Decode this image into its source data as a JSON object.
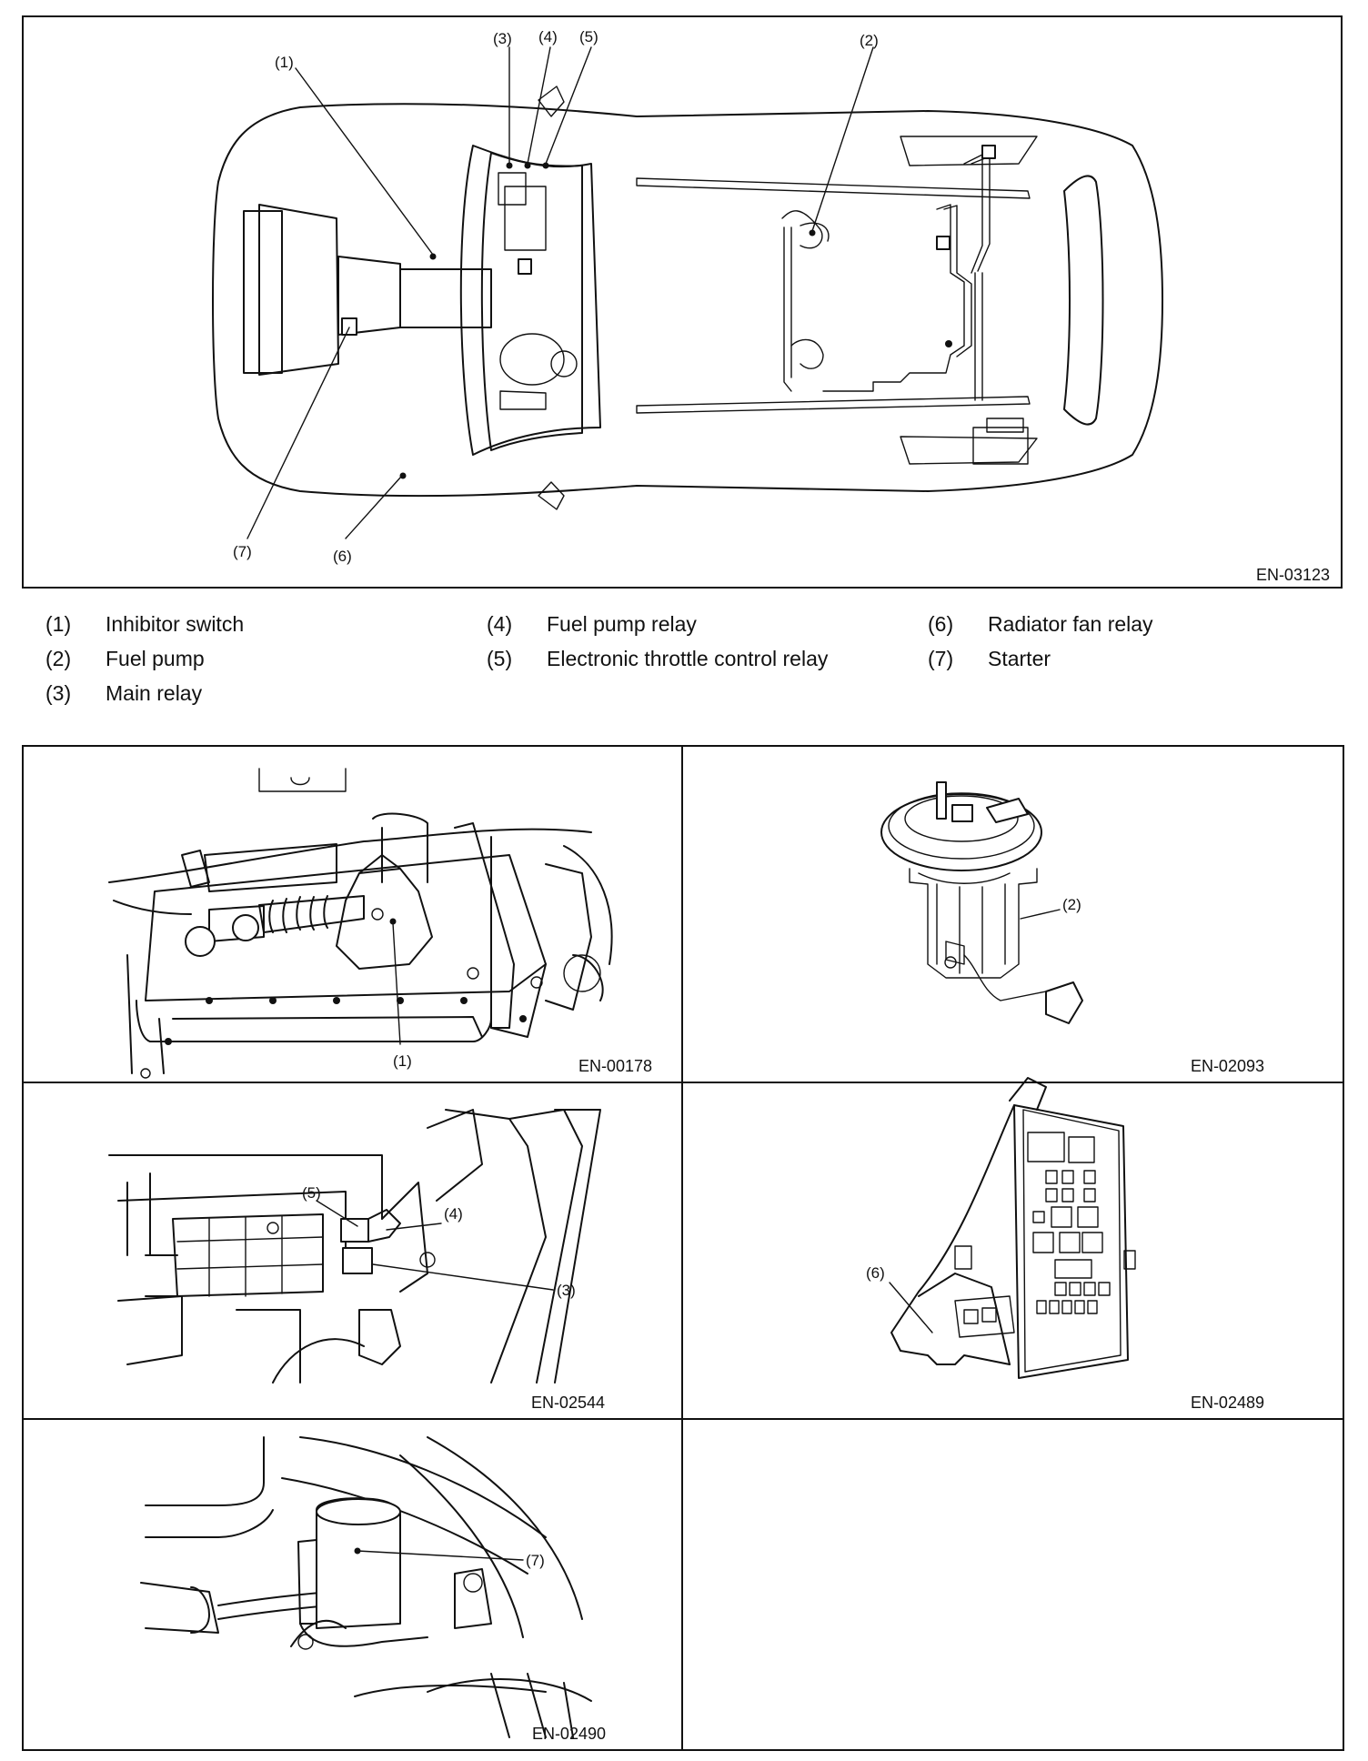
{
  "main_figure": {
    "code": "EN-03123",
    "callouts": [
      "(1)",
      "(2)",
      "(3)",
      "(4)",
      "(5)",
      "(6)",
      "(7)"
    ]
  },
  "legend": [
    {
      "num": "(1)",
      "text": "Inhibitor switch"
    },
    {
      "num": "(2)",
      "text": "Fuel pump"
    },
    {
      "num": "(3)",
      "text": "Main relay"
    },
    {
      "num": "(4)",
      "text": "Fuel pump relay"
    },
    {
      "num": "(5)",
      "text": "Electronic throttle control relay"
    },
    {
      "num": "(6)",
      "text": "Radiator fan relay"
    },
    {
      "num": "(7)",
      "text": "Starter"
    }
  ],
  "detail_panels": [
    {
      "code": "EN-00178",
      "callouts": [
        "(1)"
      ]
    },
    {
      "code": "EN-02093",
      "callouts": [
        "(2)"
      ]
    },
    {
      "code": "EN-02544",
      "callouts": [
        "(5)",
        "(4)",
        "(3)"
      ]
    },
    {
      "code": "EN-02489",
      "callouts": [
        "(6)"
      ]
    },
    {
      "code": "EN-02490",
      "callouts": [
        "(7)"
      ]
    }
  ]
}
